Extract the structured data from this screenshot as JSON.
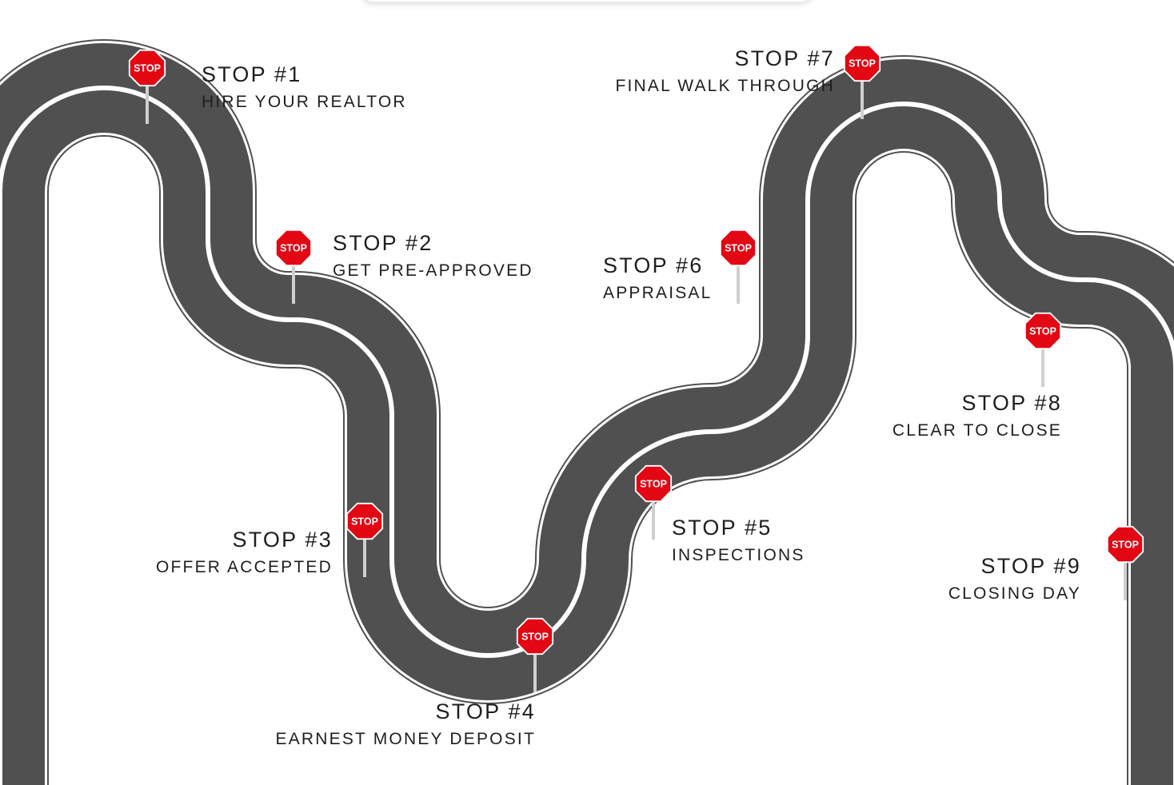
{
  "colors": {
    "road": "#505050",
    "road_edge": "#ffffff",
    "road_outline": "#505050",
    "sign": "#e30613",
    "sign_border": "#ffffff",
    "pole": "#cfcfcf",
    "text": "#1e1e1e"
  },
  "sign_icon": "stop-sign-icon",
  "sign_text": "STOP",
  "stops": [
    {
      "title": "STOP #1",
      "subtitle": "HIRE YOUR REALTOR"
    },
    {
      "title": "STOP #2",
      "subtitle": "GET PRE-APPROVED"
    },
    {
      "title": "STOP #3",
      "subtitle": "OFFER ACCEPTED"
    },
    {
      "title": "STOP #4",
      "subtitle": "EARNEST MONEY DEPOSIT"
    },
    {
      "title": "STOP #5",
      "subtitle": "INSPECTIONS"
    },
    {
      "title": "STOP #6",
      "subtitle": "APPRAISAL"
    },
    {
      "title": "STOP #7",
      "subtitle": "FINAL WALK THROUGH"
    },
    {
      "title": "STOP #8",
      "subtitle": "CLEAR TO CLOSE"
    },
    {
      "title": "STOP #9",
      "subtitle": "CLOSING DAY"
    }
  ]
}
